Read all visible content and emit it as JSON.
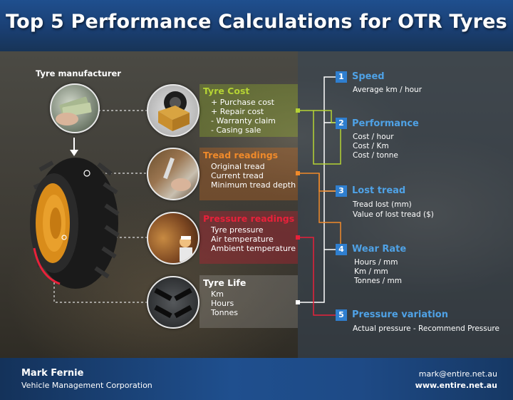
{
  "header": {
    "title": "Top 5 Performance Calculations for OTR Tyres"
  },
  "left": {
    "manufacturer_label": "Tyre manufacturer"
  },
  "categories": [
    {
      "title": "Tyre Cost",
      "color": "#b5d334",
      "items": [
        "+ Purchase cost",
        "+ Repair cost",
        "- Warranty claim",
        "- Casing sale"
      ]
    },
    {
      "title": "Tread readings",
      "color": "#f08a2a",
      "items": [
        "Original tread",
        "Current tread",
        "Minimum tread depth"
      ]
    },
    {
      "title": "Pressure readings",
      "color": "#e8213a",
      "items": [
        "Tyre pressure",
        "Air temperature",
        "Ambient temperature"
      ]
    },
    {
      "title": "Tyre Life",
      "color": "#ffffff",
      "items": [
        "Km",
        "Hours",
        "Tonnes"
      ]
    }
  ],
  "calculations": [
    {
      "number": "1",
      "title": "Speed",
      "lines": [
        "Average km / hour"
      ]
    },
    {
      "number": "2",
      "title": "Performance",
      "lines": [
        "Cost / hour",
        "Cost / Km",
        "Cost / tonne"
      ]
    },
    {
      "number": "3",
      "title": "Lost tread",
      "lines": [
        "Tread lost (mm)",
        "Value of lost tread ($)"
      ]
    },
    {
      "number": "4",
      "title": "Wear Rate",
      "lines": [
        "Hours / mm",
        "Km / mm",
        "Tonnes / mm"
      ]
    },
    {
      "number": "5",
      "title": "Pressure variation",
      "lines": [
        "Actual pressure - Recommend Pressure"
      ]
    }
  ],
  "footer": {
    "name": "Mark Fernie",
    "company": "Vehicle Management Corporation",
    "email": "mark@entire.net.au",
    "website": "www.entire.net.au"
  },
  "icons": [
    "money-hand-icon",
    "tyre-box-icon",
    "tread-gauge-icon",
    "pressure-gauge-icon",
    "tyre-tread-icon",
    "otr-tyre-icon"
  ]
}
